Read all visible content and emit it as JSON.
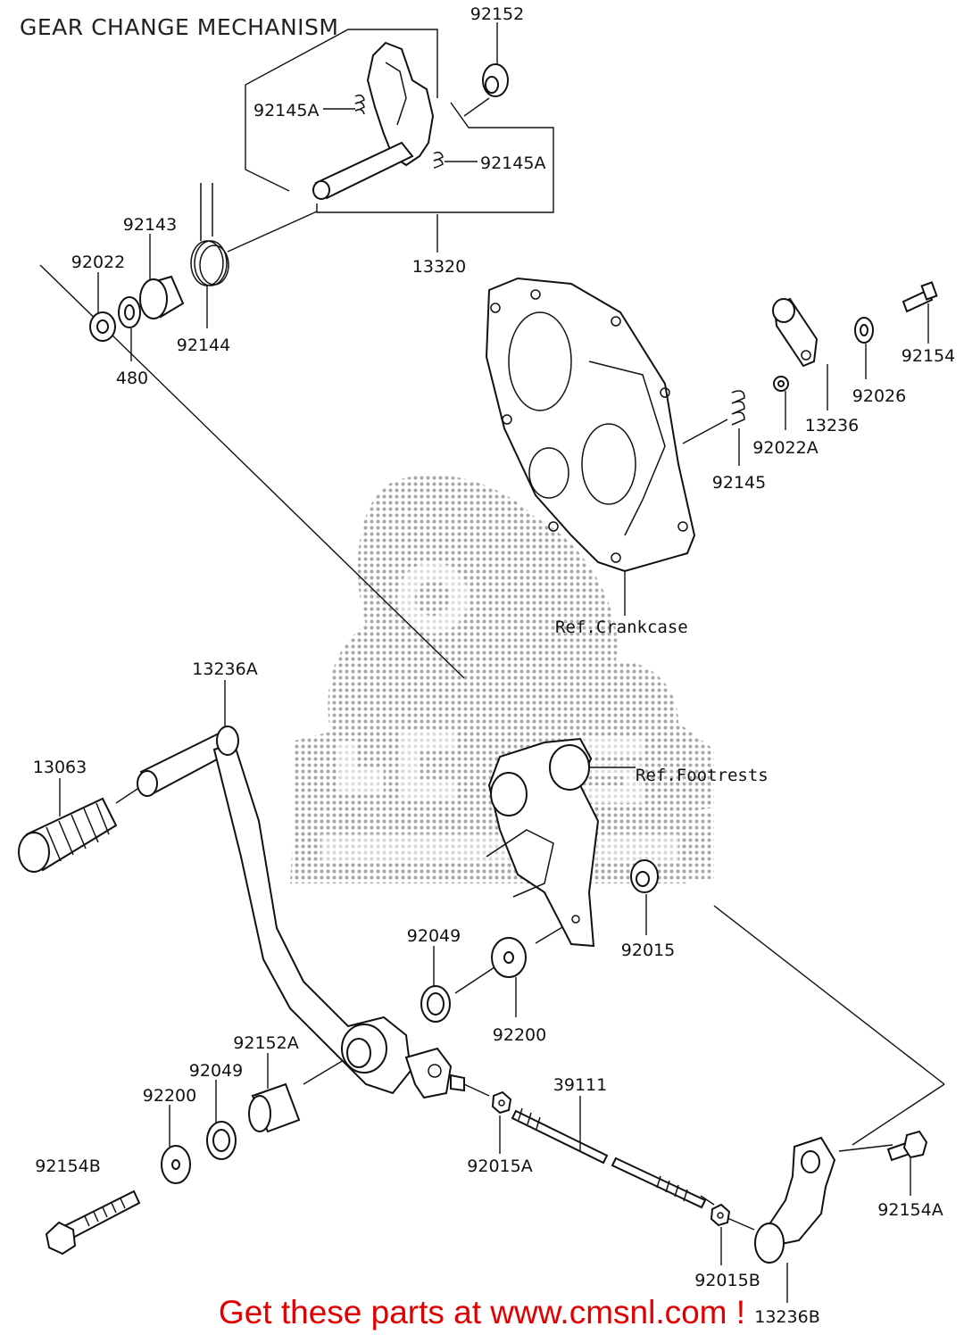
{
  "header": {
    "title": "GEAR CHANGE MECHANISM"
  },
  "footer": {
    "text": "Get these parts at www.cmsnl.com !"
  },
  "colors": {
    "footer_text": "#e10000",
    "line_art": "#111111",
    "watermark": "#9a9a9a"
  },
  "watermark": {
    "description": "CMS dotted logo",
    "lettering": "CMS"
  },
  "callouts": [
    {
      "id": "c92152",
      "label": "92152"
    },
    {
      "id": "c92145A-top",
      "label": "92145A"
    },
    {
      "id": "c92145A-mid",
      "label": "92145A"
    },
    {
      "id": "c13320",
      "label": "13320"
    },
    {
      "id": "c92143",
      "label": "92143"
    },
    {
      "id": "c92022",
      "label": "92022"
    },
    {
      "id": "c480",
      "label": "480"
    },
    {
      "id": "c92144",
      "label": "92144"
    },
    {
      "id": "c92154",
      "label": "92154"
    },
    {
      "id": "c92026",
      "label": "92026"
    },
    {
      "id": "c13236",
      "label": "13236"
    },
    {
      "id": "c92022A",
      "label": "92022A"
    },
    {
      "id": "c92145",
      "label": "92145"
    },
    {
      "id": "c-ref-crankcase",
      "label": "Ref.Crankcase"
    },
    {
      "id": "c13236A",
      "label": "13236A"
    },
    {
      "id": "c13063",
      "label": "13063"
    },
    {
      "id": "c-ref-footrests",
      "label": "Ref.Footrests"
    },
    {
      "id": "c92049-top",
      "label": "92049"
    },
    {
      "id": "c92015",
      "label": "92015"
    },
    {
      "id": "c92200-top",
      "label": "92200"
    },
    {
      "id": "c92152A",
      "label": "92152A"
    },
    {
      "id": "c92049-low",
      "label": "92049"
    },
    {
      "id": "c92200-low",
      "label": "92200"
    },
    {
      "id": "c39111",
      "label": "39111"
    },
    {
      "id": "c92154B",
      "label": "92154B"
    },
    {
      "id": "c92015A",
      "label": "92015A"
    },
    {
      "id": "c92154A",
      "label": "92154A"
    },
    {
      "id": "c92015B",
      "label": "92015B"
    },
    {
      "id": "c13236B",
      "label": "13236B"
    }
  ]
}
